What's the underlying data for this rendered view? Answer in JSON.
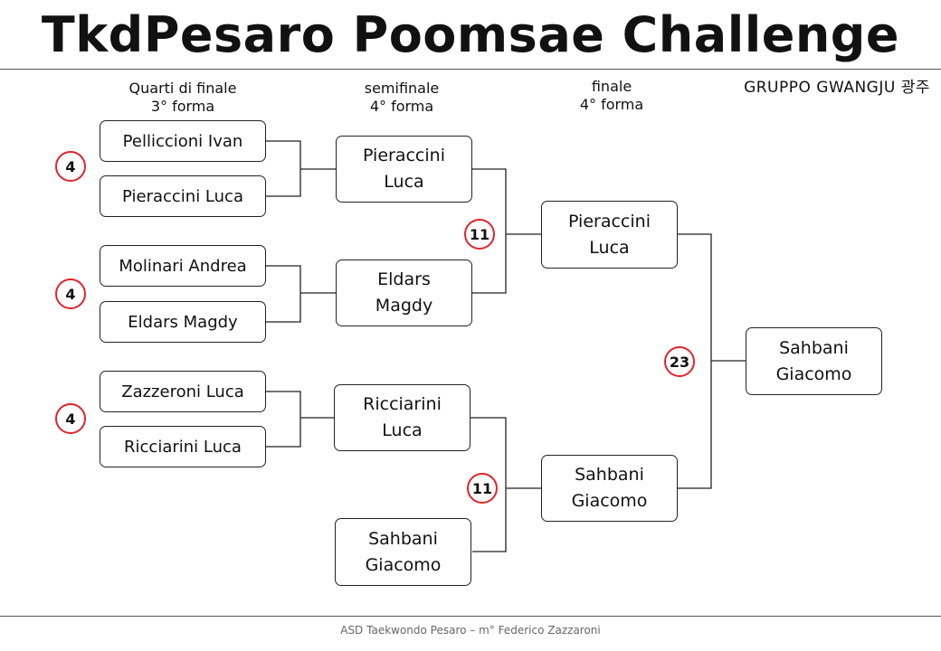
{
  "header": {
    "title": "TkdPesaro Poomsae Challenge",
    "group": "GRUPPO GWANGJU 광주"
  },
  "columns": {
    "quarters": {
      "line1": "Quarti di finale",
      "line2": "3° forma"
    },
    "semis": {
      "line1": "semifinale",
      "line2": "4° forma"
    },
    "final": {
      "line1": "finale",
      "line2": "4° forma"
    }
  },
  "quarters": [
    {
      "a": "Pellicci​oni Ivan",
      "b": "Pieraccini Luca",
      "score": "4"
    },
    {
      "a": "Molinari Andrea",
      "b": "Eldars Magdy",
      "score": "4"
    },
    {
      "a": "Zazzeroni Luca",
      "b": "Ricciarini Luca",
      "score": "4"
    }
  ],
  "semis": [
    {
      "line1": "Pieraccini",
      "line2": "Luca"
    },
    {
      "line1": "Eldars",
      "line2": "Magdy"
    },
    {
      "line1": "Ricciarini",
      "line2": "Luca"
    },
    {
      "line1": "Sahbani",
      "line2": "Giacomo"
    }
  ],
  "semi_scores": [
    "11",
    "11"
  ],
  "finals": [
    {
      "line1": "Pieraccini",
      "line2": "Luca"
    },
    {
      "line1": "Sahbani",
      "line2": "Giacomo"
    }
  ],
  "final_score": "23",
  "winner": {
    "line1": "Sahbani",
    "line2": "Giacomo"
  },
  "footer": "ASD Taekwondo Pesaro – m° Federico Zazzaroni",
  "colors": {
    "badge_border": "#e0242b",
    "line": "#222222"
  }
}
